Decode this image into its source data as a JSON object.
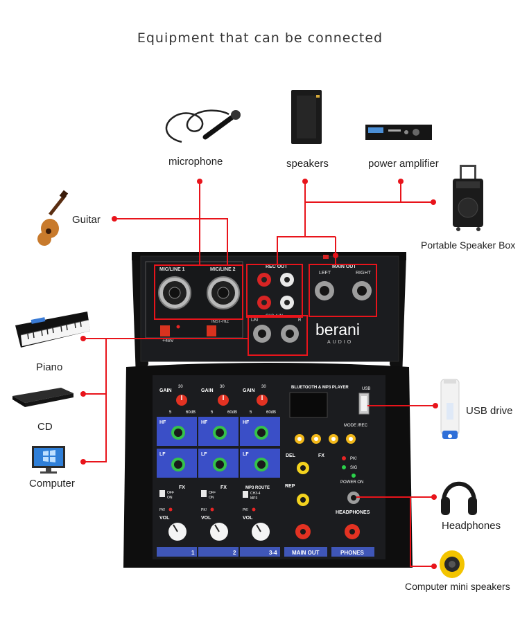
{
  "title": "Equipment that can be connected",
  "devices": {
    "microphone": "microphone",
    "speakers": "speakers",
    "power_amplifier": "power amplifier",
    "guitar": "Guitar",
    "portable_speaker_box": "Portable Speaker Box",
    "piano": "Piano",
    "cd": "CD",
    "computer": "Computer",
    "usb_drive": "USB drive",
    "headphones": "Headphones",
    "computer_mini_speakers": "Computer mini speakers"
  },
  "mixer": {
    "brand": "berani",
    "brand_sub": "AUDIO",
    "mic_line_1": "MIC/LINE 1",
    "mic_line_2": "MIC/LINE 2",
    "rec_out": "REC OUT",
    "main_out": "MAIN OUT",
    "left": "LEFT",
    "right": "RIGHT",
    "phantom": "+48V",
    "inst_hiz": "INST-HIZ",
    "ch34_in": "CH3-4 IN",
    "lr_l": "L/M",
    "lr_r": "R",
    "bt_label": "BLUETOOTH & MP3 PLAYER",
    "usb": "USB",
    "gain": "GAIN",
    "gain_top": "30",
    "gain_left": "5",
    "gain_right": "60dB",
    "hf": "HF",
    "lf": "LF",
    "fx": "FX",
    "off": "OFF",
    "on": "ON",
    "mp3_route": "MP3 ROUTE",
    "route_a": "CH3-4",
    "route_b": "MP3",
    "vol": "VOL",
    "pk": "PK!",
    "del": "DEL",
    "rep": "REP",
    "sig": "SIG",
    "power_on": "POWER ON",
    "headphones": "HEADPHONES",
    "mode_rec": "MODE /REC",
    "ch1": "1",
    "ch2": "2",
    "ch34": "3-4",
    "main_out_footer": "MAIN OUT",
    "phones": "PHONES"
  },
  "colors": {
    "line": "#e8141b",
    "panel": "#1b1c1f",
    "eq_blue": "#3a4fc7",
    "knob_red": "#e33222",
    "knob_green": "#35c24a",
    "knob_yellow": "#f3d21e",
    "knob_white": "#f4f4f4",
    "footer_blue": "#3f56b8"
  }
}
